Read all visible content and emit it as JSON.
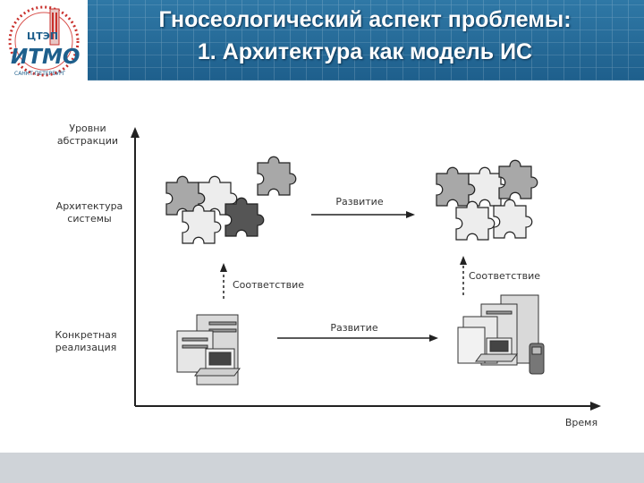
{
  "logo": {
    "top_text": "ЦТЭП",
    "brand": "ИТМО",
    "bottom_text": "САНКТ-ПЕТЕРБУРГ"
  },
  "slide": {
    "title_line1": "Гносеологический аспект проблемы:",
    "title_line2": "1. Архитектура как модель ИС"
  },
  "diagram": {
    "y_axis": {
      "label_line1": "Уровни",
      "label_line2": "абстракции",
      "level_architecture_line1": "Архитектура",
      "level_architecture_line2": "системы",
      "level_impl_line1": "Конкретная",
      "level_impl_line2": "реализация"
    },
    "x_axis_label": "Время",
    "arrow_top_label": "Развитие",
    "arrow_bottom_label": "Развитие",
    "correspondence_left": "Соответствие",
    "correspondence_right": "Соответствие"
  },
  "colors": {
    "header": "#2a6f9b",
    "puzzle_dark": "#555555",
    "puzzle_mid": "#a8a8a8",
    "puzzle_light": "#ededed"
  }
}
